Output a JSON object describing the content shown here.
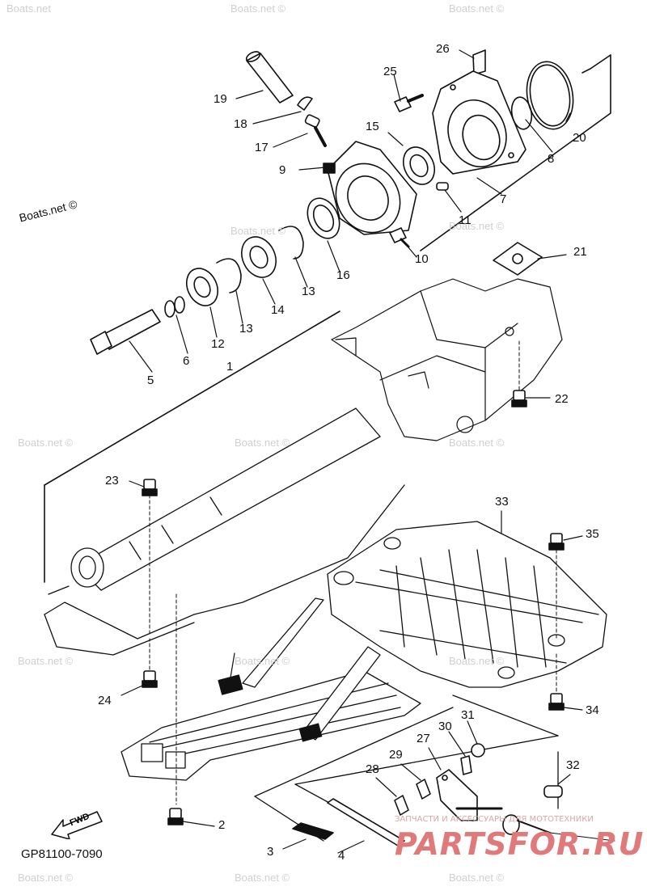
{
  "diagram": {
    "part_code": "GP81100-7090",
    "fwd_label": "FWD",
    "callouts": [
      {
        "id": "c1",
        "text": "1"
      },
      {
        "id": "c2",
        "text": "2"
      },
      {
        "id": "c3",
        "text": "3"
      },
      {
        "id": "c4",
        "text": "4"
      },
      {
        "id": "c5",
        "text": "5"
      },
      {
        "id": "c6",
        "text": "6"
      },
      {
        "id": "c7",
        "text": "7"
      },
      {
        "id": "c8",
        "text": "8"
      },
      {
        "id": "c9",
        "text": "9"
      },
      {
        "id": "c10",
        "text": "10"
      },
      {
        "id": "c11",
        "text": "11"
      },
      {
        "id": "c12",
        "text": "12"
      },
      {
        "id": "c13a",
        "text": "13"
      },
      {
        "id": "c13b",
        "text": "13"
      },
      {
        "id": "c14",
        "text": "14"
      },
      {
        "id": "c15",
        "text": "15"
      },
      {
        "id": "c16",
        "text": "16"
      },
      {
        "id": "c17",
        "text": "17"
      },
      {
        "id": "c18",
        "text": "18"
      },
      {
        "id": "c19",
        "text": "19"
      },
      {
        "id": "c20",
        "text": "20"
      },
      {
        "id": "c21",
        "text": "21"
      },
      {
        "id": "c22",
        "text": "22"
      },
      {
        "id": "c23",
        "text": "23"
      },
      {
        "id": "c24",
        "text": "24"
      },
      {
        "id": "c25",
        "text": "25"
      },
      {
        "id": "c26",
        "text": "26"
      },
      {
        "id": "c27",
        "text": "27"
      },
      {
        "id": "c28",
        "text": "28"
      },
      {
        "id": "c29",
        "text": "29"
      },
      {
        "id": "c30",
        "text": "30"
      },
      {
        "id": "c31",
        "text": "31"
      },
      {
        "id": "c32",
        "text": "32"
      },
      {
        "id": "c33",
        "text": "33"
      },
      {
        "id": "c34",
        "text": "34"
      },
      {
        "id": "c35",
        "text": "35"
      }
    ]
  },
  "watermarks": {
    "boats": "Boats.net ©",
    "boats_short": "Boats.net",
    "brand_sub": "ЗАПЧАСТИ И АКСЕССУАРЫ ДЛЯ МОТОТЕХНИКИ",
    "brand_main": "PARTSFOR.RU"
  }
}
